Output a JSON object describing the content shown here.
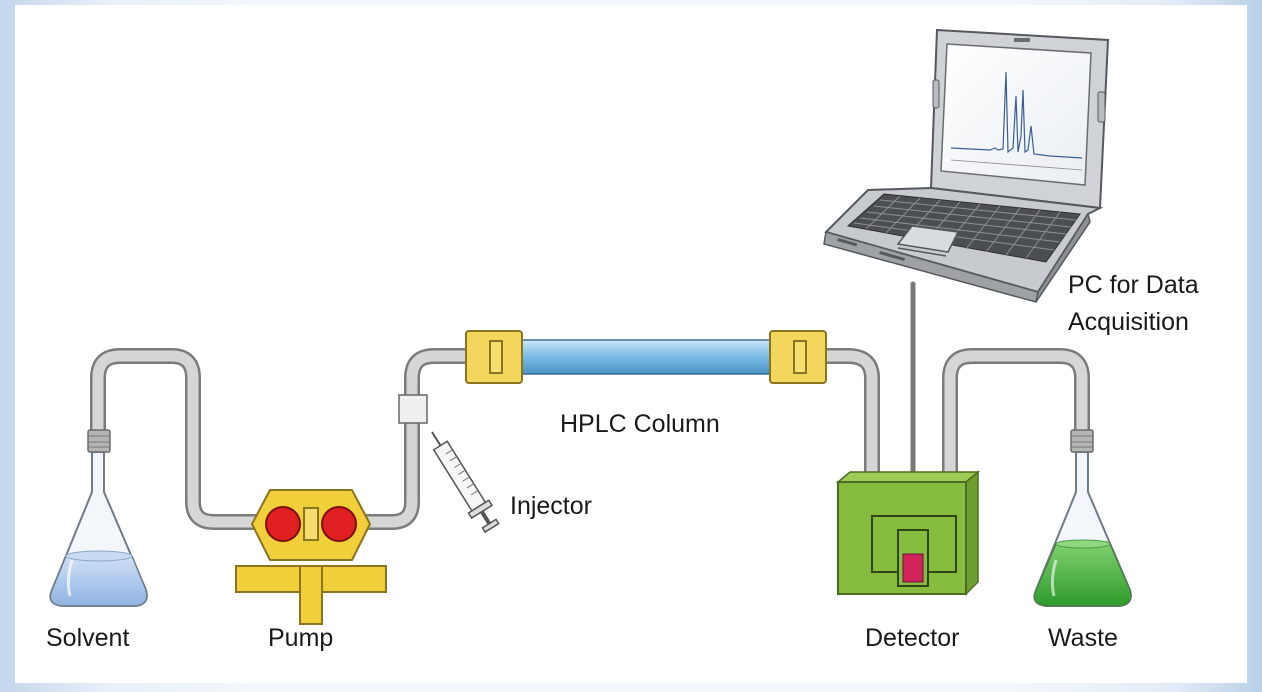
{
  "labels": {
    "solvent": "Solvent",
    "pump": "Pump",
    "injector": "Injector",
    "column": "HPLC Column",
    "detector": "Detector",
    "waste": "Waste",
    "pc_line1": "PC for Data",
    "pc_line2": "Acquisition"
  },
  "colors": {
    "tubing": "#c9c9c9",
    "column_body": "#8ec5ea",
    "fitting": "#f2d75c",
    "pump": "#f0cf3a",
    "pump_heads": "#e02020",
    "detector": "#86bd3f",
    "detector_cell": "#d0245a",
    "solvent": "#a9c9ee",
    "waste": "#3daa3a"
  }
}
